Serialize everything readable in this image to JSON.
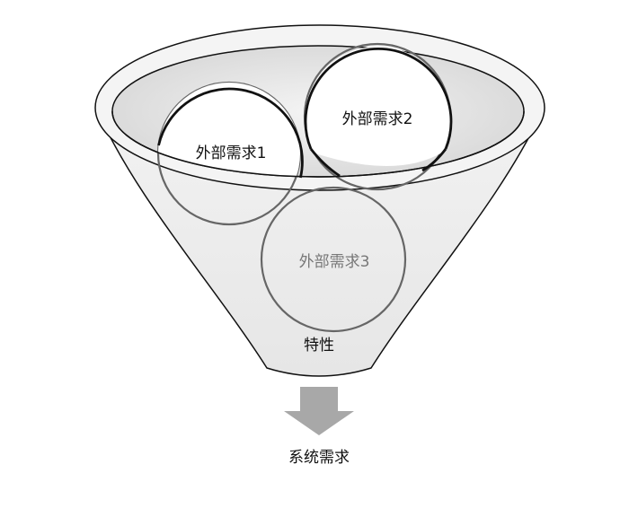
{
  "diagram": {
    "requirements": [
      {
        "label": "外部需求1"
      },
      {
        "label": "外部需求2"
      },
      {
        "label": "外部需求3"
      }
    ],
    "funnel_label": "特性",
    "output_label": "系统需求",
    "colors": {
      "funnel_fill": "#eeeeee",
      "funnel_rim_inner": "#dddddd",
      "outline": "#111111",
      "circle_faded": "#666666",
      "arrow": "#a8a8a8"
    }
  }
}
